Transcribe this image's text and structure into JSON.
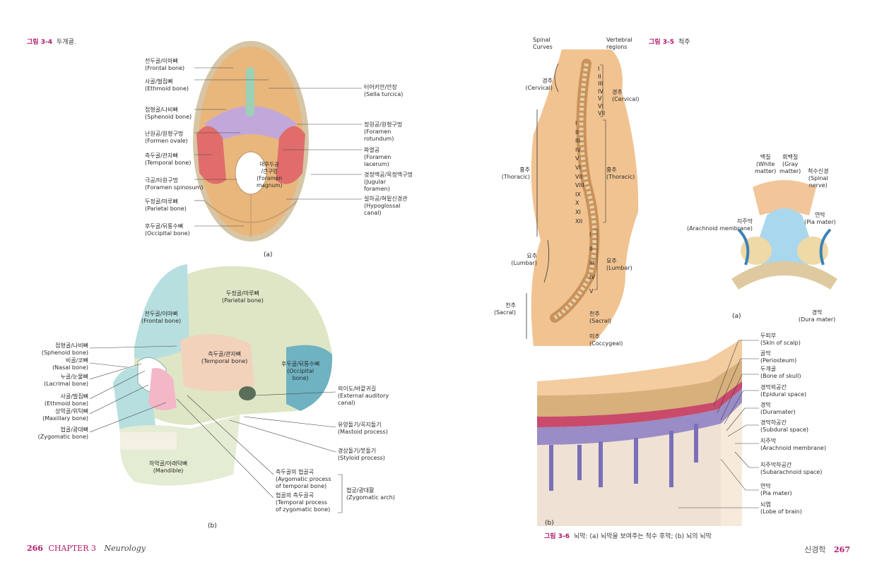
{
  "fig34": {
    "caption_num": "그림 3-4",
    "caption_text": "두개골.",
    "sub_a": "(a)",
    "sub_b": "(b)",
    "skull_base_left": [
      "전두골/이마뼈\n(Frontal bone)",
      "사골/벌집뼈\n(Ethmoid bone)",
      "접형골/나비뼈\n(Sphenoid bone)",
      "난원공/원형구멍\n(Formen ovale)",
      "측두골/관자뼈\n(Temporal bone)",
      "극공/타원구멍\n(Foramen spinosum)",
      "두정골/마루뼈\n(Parietal bone)",
      "후두골/뒤통수뼈\n(Occipital bone)"
    ],
    "skull_base_right": [
      "터어키안/안장\n(Sella turcica)",
      "정원공/원형구멍\n(Foramen\nrotundum)",
      "파열공\n(Foramen\nlacerum)",
      "경정맥공/목정맥구멍\n(Jugular\nforamen)",
      "설하공/혀밑신경관\n(Hypoglossal\ncanal)"
    ],
    "foramen_magnum": "대후두공\n/큰구멍\n(Foramen\nmagnum)",
    "skull_lateral_inner": {
      "frontal": "전두골/이마뼈\n(Frontal bone)",
      "parietal": "두정골/마루뼈\n(Parietal bone)",
      "temporal": "측두골/관자뼈\n(Temporal bone)",
      "occipital": "후두골/뒤통수뼈\n(Occipital\nbone)",
      "mandible": "하악골/아래턱뼈\n(Mandible)"
    },
    "skull_lateral_left": [
      "접형골/나비뼈\n(Sphenoid bone)",
      "비골/코뼈\n(Nasal bone)",
      "누골/눈물뼈\n(Lacrimal bone)",
      "사골/벌집뼈\n(Ethmoid bone)",
      "상악골/위턱뼈\n(Maxillary bone)",
      "협골/광대뼈\n(Zygomatic bone)"
    ],
    "skull_lateral_right": [
      "외이도/바깥귀길\n(External auditory\ncanal)",
      "유양돌기/꼭지돌기\n(Mastoid process)",
      "경상돌기/붓돌기\n(Styloid process)",
      "측두골의 협골곡\n(Aygomatic process\nof temporal bone)",
      "협골의 측두골곡\n(Temporal process\nof zygomatic bone)"
    ],
    "zygomatic_arch": "협궁/광대활\n(Zygomatic arch)"
  },
  "fig35": {
    "caption_num": "그림 3-5",
    "caption_text": "척주",
    "col_curves": "Spinal\nCurves",
    "col_regions": "Vertebral\nregions",
    "curves": [
      "경추\n(Cervical)",
      "흉추\n(Thoracic)",
      "요추\n(Lumbar)",
      "천추\n(Sacral)"
    ],
    "regions": [
      "경추\n(Cervical)",
      "흉추\n(Thoracic)",
      "요추\n(Lumbar)",
      "천추\n(Sacral)",
      "미추\n(Coccygeal)"
    ],
    "cervical_numerals": [
      "I",
      "II",
      "III",
      "IV",
      "V",
      "VI",
      "VII"
    ],
    "thoracic_numerals": [
      "I",
      "II",
      "III",
      "IV",
      "V",
      "VI",
      "VII",
      "VIII",
      "IX",
      "X",
      "XI",
      "XII"
    ],
    "lumbar_numerals": [
      "I",
      "II",
      "III",
      "IV",
      "V"
    ]
  },
  "fig36a": {
    "sub": "(a)",
    "labels": [
      "백질\n(White\nmatter)",
      "회백질\n(Gray\nmatter)",
      "척수신경\n(Spinal\nnerve)",
      "연막\n(Pia mater)",
      "지주막\n(Arachnoid membrane)",
      "경막\n(Dura mater)"
    ]
  },
  "fig36b": {
    "sub": "(b)",
    "labels": [
      "두피부\n(Skin of scalp)",
      "골막\n(Periosteum)",
      "두개골\n(Bone of skull)",
      "경막외공간\n(Epidural space)",
      "경막\n(Duramater)",
      "경막하공간\n(Subdural space)",
      "지주막\n(Arachnoid membrane)",
      "지주막하공간\n(Subarachnoid space)",
      "연막\n(Pia mater)",
      "뇌엽\n(Lobe of brain)"
    ]
  },
  "fig36": {
    "caption_num": "그림 3-6",
    "caption_text": "뇌막: (a) 뇌막을 보여주는 척수   후막; (b) 뇌의 뇌막"
  },
  "footer_left": {
    "page": "266",
    "chapter": "CHAPTER 3",
    "title": "Neurology"
  },
  "footer_right": {
    "title": "신경학",
    "page": "267"
  },
  "colors": {
    "accent": "#b0186a",
    "parietal": "#dfe6c6",
    "frontal": "#b7dfe0",
    "temporal": "#f3d2bb",
    "occipital": "#6fb2c1",
    "mandible": "#e4ecd3",
    "zygomatic": "#f3b7c7",
    "sphenoid": "#bda6d9",
    "bone_tan": "#e7b27a"
  }
}
